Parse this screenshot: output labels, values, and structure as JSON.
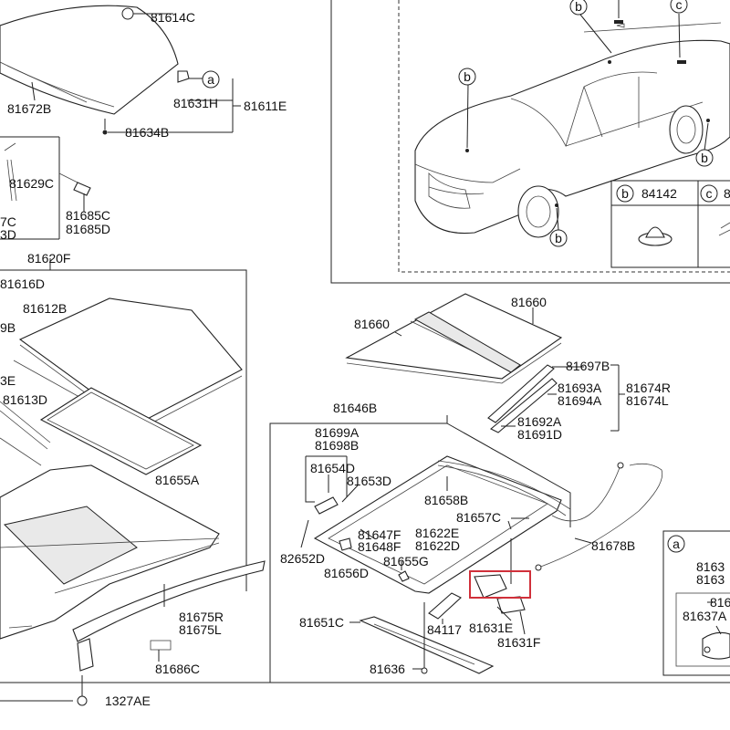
{
  "parts": {
    "p81614C": "81614C",
    "p81672B": "81672B",
    "p81631H": "81631H",
    "p81611E": "81611E",
    "p81634B": "81634B",
    "p81629C": "81629C",
    "p81685C": "81685C",
    "p81685D": "81685D",
    "p7C": "7C",
    "p3D": "3D",
    "p81620F": "81620F",
    "p81616D": "81616D",
    "p81612B": "81612B",
    "p9B": "9B",
    "p3E": "3E",
    "p81613D": "81613D",
    "p81655A": "81655A",
    "p81675R": "81675R",
    "p81675L": "81675L",
    "p81686C": "81686C",
    "p1327AE": "1327AE",
    "p81660a": "81660",
    "p81660b": "81660",
    "p81697B": "81697B",
    "p81693A": "81693A",
    "p81694A": "81694A",
    "p81674R": "81674R",
    "p81674L": "81674L",
    "p81692A": "81692A",
    "p81691D": "81691D",
    "p81646B": "81646B",
    "p81699A": "81699A",
    "p81698B": "81698B",
    "p81654D": "81654D",
    "p81653D": "81653D",
    "p81658B": "81658B",
    "p81657C": "81657C",
    "p81647F": "81647F",
    "p81648F": "81648F",
    "p81622E": "81622E",
    "p81622D": "81622D",
    "p82652D": "82652D",
    "p81656D": "81656D",
    "p81655G": "81655G",
    "p81678B": "81678B",
    "p81651C": "81651C",
    "p84117": "84117",
    "p81631E": "81631E",
    "p81631F": "81631F",
    "p81636": "81636",
    "p84142": "84142",
    "p8163x1": "8163",
    "p8163x2": "8163",
    "p816x": "816",
    "p81637A": "81637A"
  },
  "callouts": {
    "a": "a",
    "b": "b",
    "c": "c"
  },
  "colors": {
    "highlight": "#d0303a",
    "line": "#222222"
  }
}
